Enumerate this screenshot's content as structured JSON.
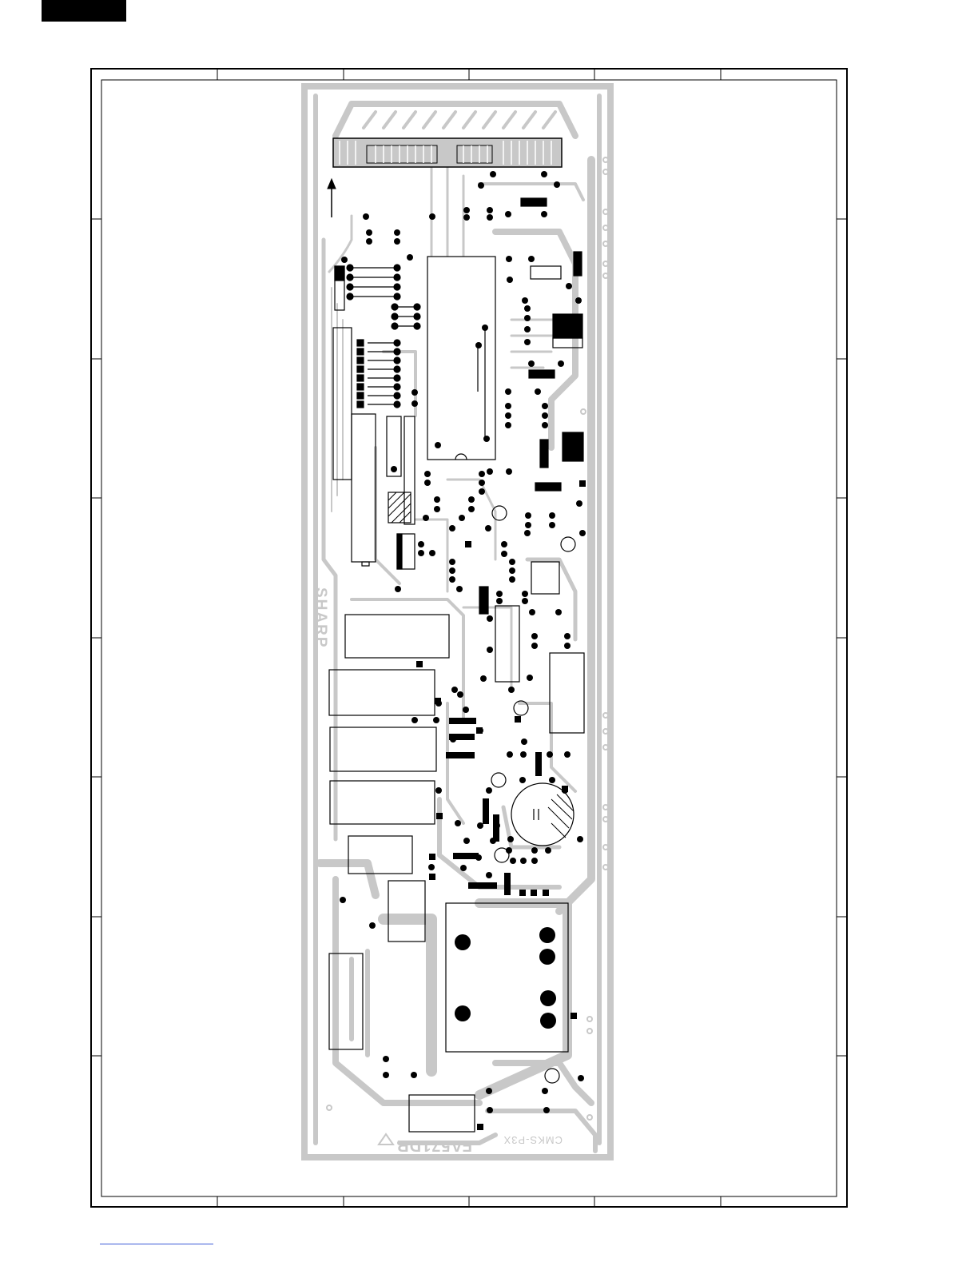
{
  "board": {
    "brand_mark": "SHARP",
    "model_mark": "FA571DR",
    "part_mark": "CMKS-P3X"
  },
  "colors": {
    "copper": "#c8c8c8",
    "silkscreen": "#000000",
    "frame": "#000000",
    "footer_line": "#3b5bd8"
  }
}
